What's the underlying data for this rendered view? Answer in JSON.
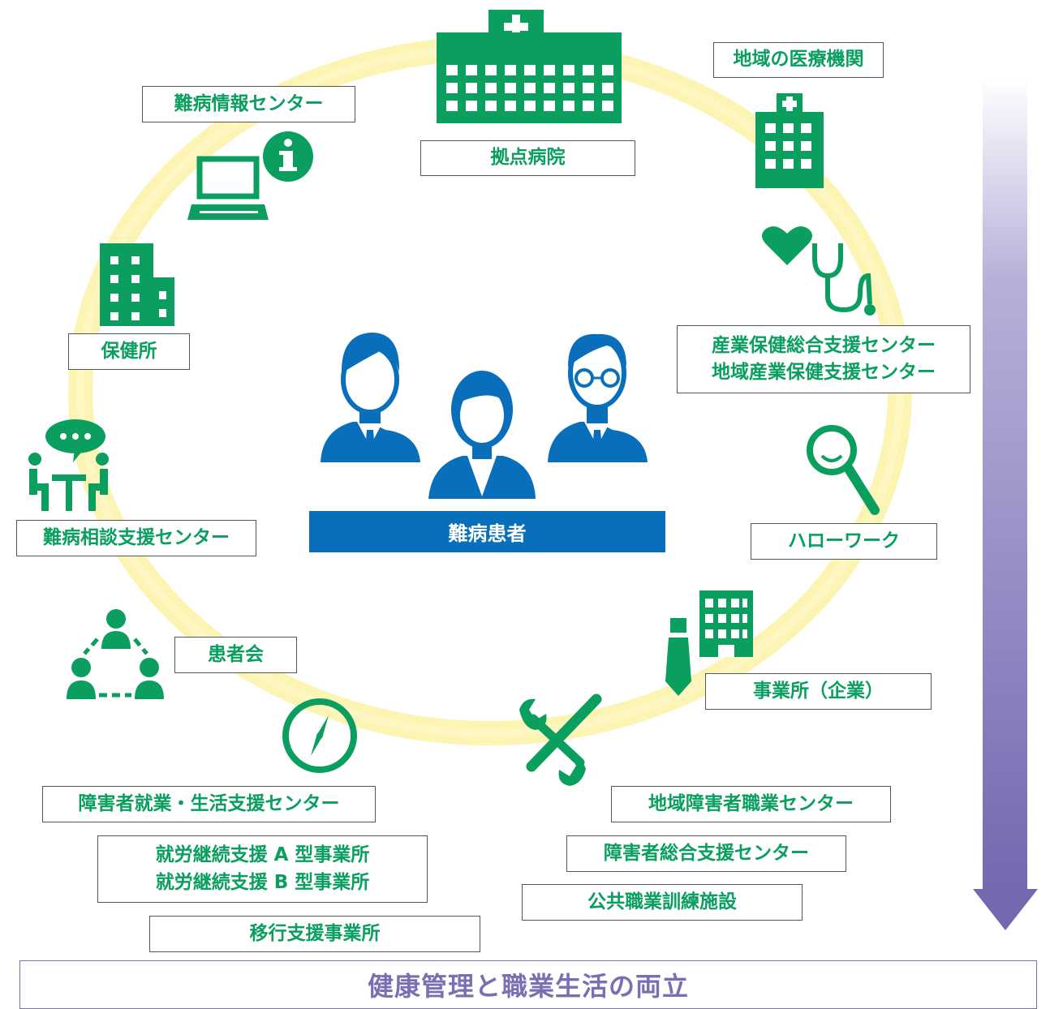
{
  "center": {
    "label": "難病患者"
  },
  "nodes": {
    "hospital_base": "拠点病院",
    "regional_medical": "地域の医療機関",
    "info_center": "難病情報センター",
    "health_center": "保健所",
    "consult_center": "難病相談支援センター",
    "patient_group": "患者会",
    "occupational_health": [
      "産業保健総合支援センター",
      "地域産業保健支援センター"
    ],
    "hello_work": "ハローワーク",
    "business": "事業所（企業）",
    "employment_life_center": "障害者就業・生活支援センター",
    "continuous_support": [
      "就労継続支援 A 型事業所",
      "就労継続支援 B 型事業所"
    ],
    "transition_support": "移行支援事業所",
    "regional_vocational": "地域障害者職業センター",
    "disability_general": "障害者総合支援センター",
    "public_training": "公共職業訓練施設"
  },
  "footer": {
    "goal": "健康管理と職業生活の両立"
  },
  "colors": {
    "green": "#0a9e5f",
    "blue": "#0a6fba",
    "purple": "#7b6fb3",
    "ring": "#fbf2a6"
  }
}
